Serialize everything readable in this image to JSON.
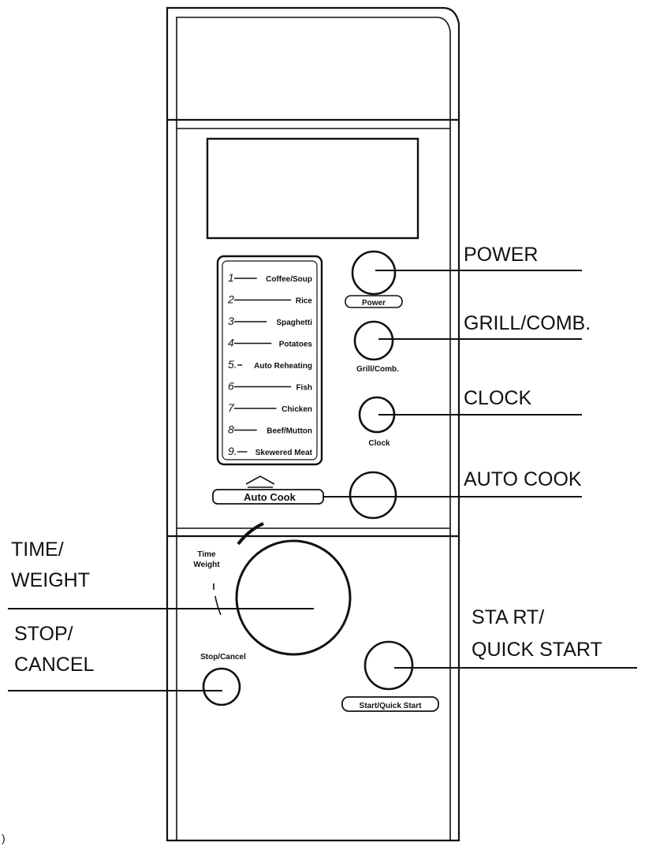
{
  "callouts": {
    "power": "POWER",
    "grill_comb": "GRILL/COMB.",
    "clock": "CLOCK",
    "auto_cook": "AUTO COOK",
    "time_weight_line1": "TIME/",
    "time_weight_line2": "WEIGHT",
    "stop_cancel_line1": "STOP/",
    "stop_cancel_line2": "CANCEL",
    "start_line1": "STA RT/",
    "start_line2": "QUICK START"
  },
  "panel_labels": {
    "power_button": "Power",
    "grill_comb_button": "Grill/Comb.",
    "clock_button": "Clock",
    "auto_cook_button": "Auto  Cook",
    "time_weight_line1": "Time",
    "time_weight_line2": "Weight",
    "stop_cancel_button": "Stop/Cancel",
    "start_button": "Start/Quick Start"
  },
  "auto_cook_menu": [
    {
      "num": "1",
      "label": "Coffee/Soup"
    },
    {
      "num": "2",
      "label": "Rice"
    },
    {
      "num": "3",
      "label": "Spaghetti"
    },
    {
      "num": "4",
      "label": "Potatoes"
    },
    {
      "num": "5.",
      "label": "Auto Reheating"
    },
    {
      "num": "6",
      "label": "Fish"
    },
    {
      "num": "7",
      "label": "Chicken"
    },
    {
      "num": "8",
      "label": "Beef/Mutton"
    },
    {
      "num": "9.",
      "label": "Skewered Meat"
    }
  ],
  "corner_mark": ")"
}
